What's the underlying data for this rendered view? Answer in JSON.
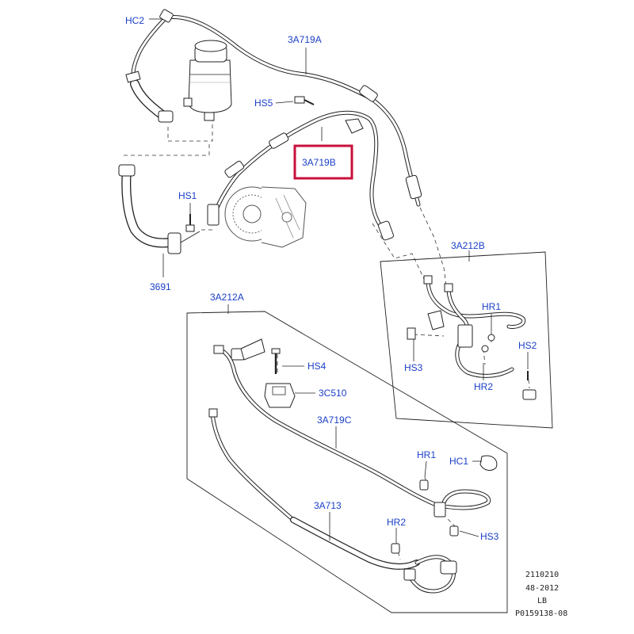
{
  "labels": {
    "hc2_top": "HC2",
    "a719a": "3A719A",
    "hs5": "HS5",
    "a719b": "3A719B",
    "hs1": "HS1",
    "p3691": "3691",
    "a212b": "3A212B",
    "hr1_right": "HR1",
    "hs2": "HS2",
    "hs3_right": "HS3",
    "hr2_right": "HR2",
    "a212a": "3A212A",
    "hs4": "HS4",
    "c510": "3C510",
    "a719c": "3A719C",
    "hr1_bottom": "HR1",
    "hc1": "HC1",
    "a713": "3A713",
    "hr2_bottom": "HR2",
    "hs3_bottom": "HS3"
  },
  "meta": {
    "line1": "2110210",
    "line2": "48-2012",
    "line3": "LB",
    "line4": "P0159138-08"
  },
  "highlight": {
    "target": "3A719B",
    "color": "#c8103c"
  },
  "colors": {
    "label": "#1a3fc7",
    "line": "#222222"
  }
}
